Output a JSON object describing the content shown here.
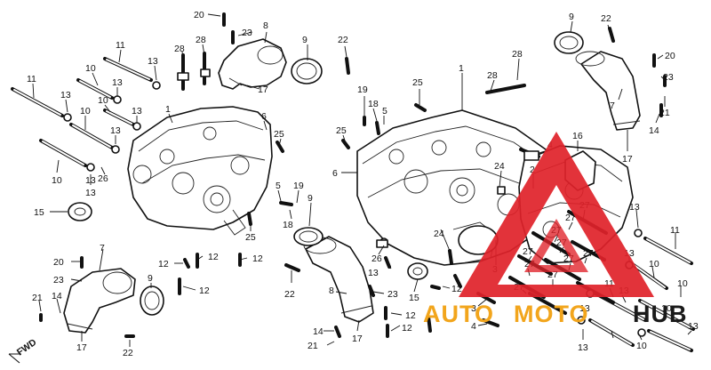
{
  "diagram": {
    "fwd_label": "FWD",
    "callouts": [
      {
        "text": "20"
      },
      {
        "text": "23"
      },
      {
        "text": "8"
      },
      {
        "text": "28"
      },
      {
        "text": "28"
      },
      {
        "text": "9"
      },
      {
        "text": "17"
      },
      {
        "text": "11"
      },
      {
        "text": "13"
      },
      {
        "text": "10"
      },
      {
        "text": "11"
      },
      {
        "text": "13"
      },
      {
        "text": "13"
      },
      {
        "text": "10"
      },
      {
        "text": "13"
      },
      {
        "text": "1"
      },
      {
        "text": "13"
      },
      {
        "text": "10"
      },
      {
        "text": "6"
      },
      {
        "text": "13"
      },
      {
        "text": "25"
      },
      {
        "text": "10"
      },
      {
        "text": "26"
      },
      {
        "text": "13"
      },
      {
        "text": "15"
      },
      {
        "text": "25"
      },
      {
        "text": "5"
      },
      {
        "text": "19"
      },
      {
        "text": "18"
      },
      {
        "text": "9"
      },
      {
        "text": "12"
      },
      {
        "text": "12"
      },
      {
        "text": "12"
      },
      {
        "text": "12"
      },
      {
        "text": "7"
      },
      {
        "text": "20"
      },
      {
        "text": "23"
      },
      {
        "text": "21"
      },
      {
        "text": "14"
      },
      {
        "text": "9"
      },
      {
        "text": "17"
      },
      {
        "text": "22"
      },
      {
        "text": "22"
      },
      {
        "text": "22"
      },
      {
        "text": "8"
      },
      {
        "text": "23"
      },
      {
        "text": "14"
      },
      {
        "text": "21"
      },
      {
        "text": "17"
      },
      {
        "text": "1"
      },
      {
        "text": "25"
      },
      {
        "text": "19"
      },
      {
        "text": "18"
      },
      {
        "text": "5"
      },
      {
        "text": "25"
      },
      {
        "text": "6"
      },
      {
        "text": "28"
      },
      {
        "text": "28"
      },
      {
        "text": "4"
      },
      {
        "text": "24"
      },
      {
        "text": "16"
      },
      {
        "text": "2"
      },
      {
        "text": "3"
      },
      {
        "text": "26"
      },
      {
        "text": "24"
      },
      {
        "text": "13"
      },
      {
        "text": "15"
      },
      {
        "text": "12"
      },
      {
        "text": "12"
      },
      {
        "text": "12"
      },
      {
        "text": "3"
      },
      {
        "text": "4"
      },
      {
        "text": "27"
      },
      {
        "text": "27"
      },
      {
        "text": "27"
      },
      {
        "text": "27"
      },
      {
        "text": "27"
      },
      {
        "text": "27"
      },
      {
        "text": "27"
      },
      {
        "text": "27"
      },
      {
        "text": "27"
      },
      {
        "text": "27"
      },
      {
        "text": "9"
      },
      {
        "text": "22"
      },
      {
        "text": "20"
      },
      {
        "text": "23"
      },
      {
        "text": "7"
      },
      {
        "text": "21"
      },
      {
        "text": "14"
      },
      {
        "text": "17"
      },
      {
        "text": "13"
      },
      {
        "text": "11"
      },
      {
        "text": "13"
      },
      {
        "text": "10"
      },
      {
        "text": "10"
      },
      {
        "text": "11"
      },
      {
        "text": "13"
      },
      {
        "text": "13"
      },
      {
        "text": "10"
      },
      {
        "text": "13"
      },
      {
        "text": "13"
      },
      {
        "text": "10"
      }
    ]
  },
  "watermark": {
    "brand_auto": "AUTO",
    "brand_moto": "MOTO",
    "brand_hub": "HUB",
    "colors": {
      "red": "#e0222a",
      "orange": "#f2a51c",
      "dark": "#1a1a1a"
    }
  }
}
